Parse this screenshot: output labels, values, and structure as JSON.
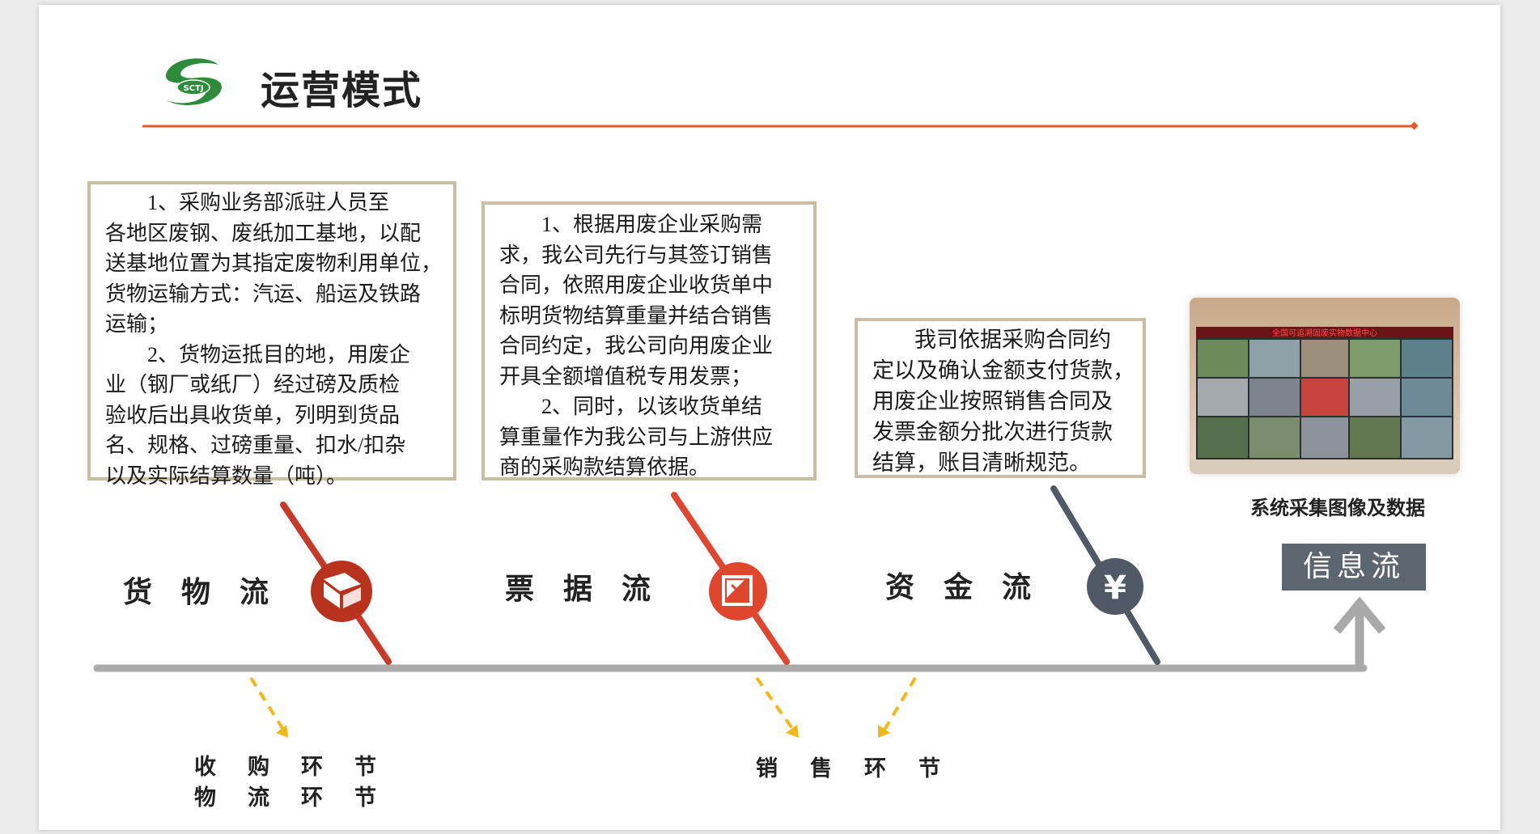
{
  "header": {
    "logo_text": "SCTJ",
    "title": "运营模式"
  },
  "boxes": {
    "goods": [
      "1、采购业务部派驻人员至",
      "各地区废钢、废纸加工基地，以配",
      "送基地位置为其指定废物利用单位，",
      "货物运输方式：汽运、船运及铁路",
      "运输；",
      "2、货物运抵目的地，用废企",
      "业（钢厂或纸厂）经过磅及质检",
      "验收后出具收货单，列明到货品",
      "名、规格、过磅重量、扣水/扣杂",
      "以及实际结算数量（吨）。"
    ],
    "bills": [
      "1、根据用废企业采购需",
      "求，我公司先行与其签订销售",
      "合同，依照用废企业收货单中",
      "标明货物结算重量并结合销售",
      "合同约定，我公司向用废企业",
      "开具全额增值税专用发票；",
      "2、同时，以该收货单结",
      "算重量作为我公司与上游供应",
      "商的采购款结算依据。"
    ],
    "funds": [
      "我司依据采购合同约",
      "定以及确认金额支付货款，",
      "用废企业按照销售合同及",
      "发票金额分批次进行货款",
      "结算，账目清晰规范。"
    ]
  },
  "photo": {
    "screen_banner": "全国可追溯固废实物数据中心",
    "caption": "系统采集图像及数据"
  },
  "flows": {
    "goods": "货物流",
    "bills": "票据流",
    "funds": "资金流",
    "info": "信息流"
  },
  "stages": {
    "purchase": "收购环节",
    "logistics": "物流环节",
    "sales": "销售环节"
  },
  "icons": {
    "goods": "box-icon",
    "bills": "invoice-icon",
    "funds": "yen-icon",
    "info": "up-arrow-icon"
  },
  "colors": {
    "brand_green": "#2e8b3a",
    "accent_red": "#d9472a",
    "goods_red": "#b8321d",
    "funds_slate": "#4f5a66",
    "timeline_gray": "#a9a9a9",
    "box_border": "#c9bea2",
    "dash_yellow": "#f2b818"
  }
}
